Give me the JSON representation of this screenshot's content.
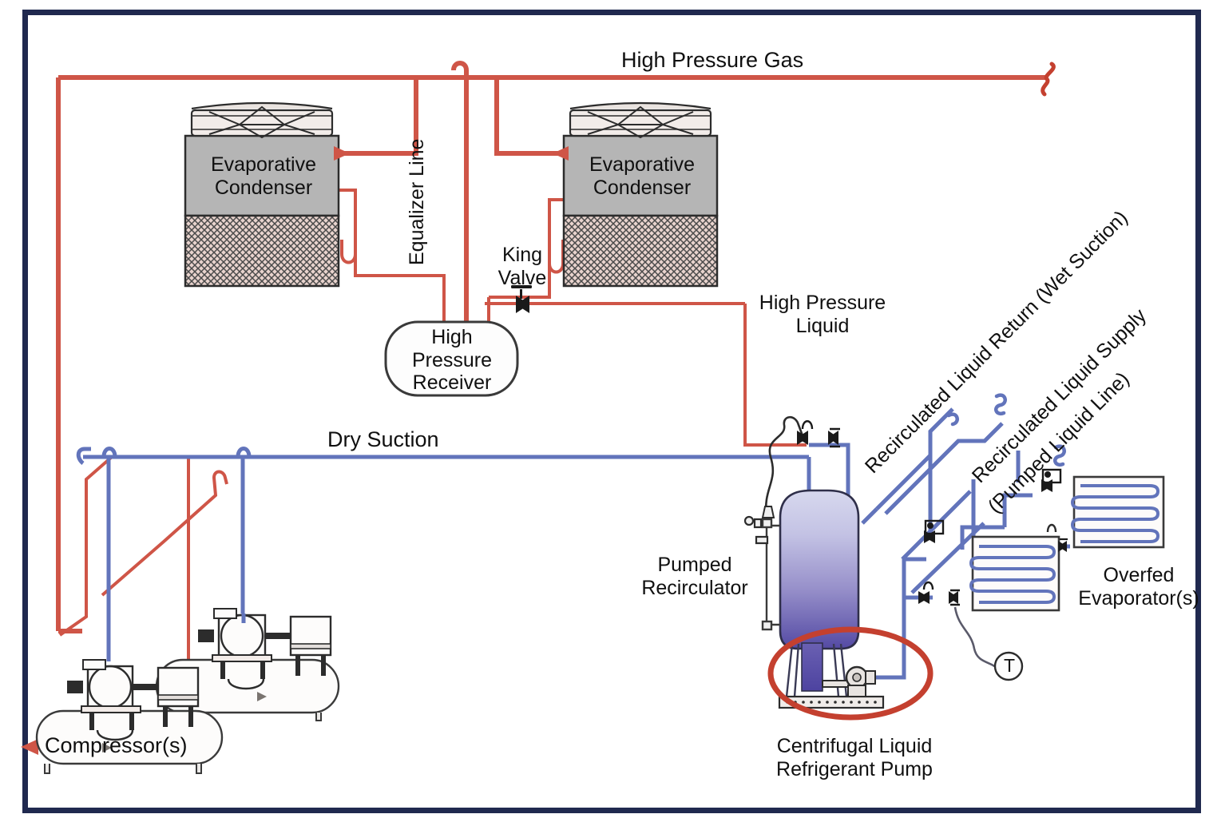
{
  "diagram": {
    "title": "Pumped Liquid Recirculation Refrigeration System",
    "type": "process-flow-diagram",
    "border_color": "#20294f",
    "colors": {
      "high_pressure_line": "#cf5547",
      "suction_line": "#6274bb",
      "vessel_fill_top": "#cfd0ea",
      "vessel_fill_bottom": "#5a51a8",
      "condenser_body": "#b5b5b5",
      "highlight_ellipse": "#c4402f",
      "outline": "#333333"
    }
  },
  "labels": {
    "high_pressure_gas": "High Pressure Gas",
    "equalizer_line": "Equalizer Line",
    "evaporative_condenser_left": "Evaporative\nCondenser",
    "evaporative_condenser_right": "Evaporative\nCondenser",
    "king_valve": "King\nValve",
    "high_pressure_receiver": "High\nPressure\nReceiver",
    "high_pressure_liquid": "High Pressure\nLiquid",
    "dry_suction": "Dry Suction",
    "compressors": "Compressor(s)",
    "pumped_recirculator": "Pumped\nRecirculator",
    "centrifugal_pump": "Centrifugal Liquid\nRefrigerant Pump",
    "overfed_evaporators": "Overfed\nEvaporator(s)",
    "recirculated_liquid_return": "Recirculated Liquid Return (Wet Suction)",
    "recirculated_liquid_supply": "Recirculated Liquid Supply",
    "pumped_liquid_line": "(Pumped Liquid Line)",
    "thermostat_bulb": "T"
  },
  "components": [
    {
      "name": "evaporative-condenser-left",
      "label": "Evaporative Condenser"
    },
    {
      "name": "evaporative-condenser-right",
      "label": "Evaporative Condenser"
    },
    {
      "name": "high-pressure-receiver",
      "label": "High Pressure Receiver"
    },
    {
      "name": "king-valve",
      "label": "King Valve"
    },
    {
      "name": "compressors",
      "label": "Compressor(s)"
    },
    {
      "name": "pumped-recirculator",
      "label": "Pumped Recirculator"
    },
    {
      "name": "centrifugal-liquid-refrigerant-pump",
      "label": "Centrifugal Liquid Refrigerant Pump"
    },
    {
      "name": "overfed-evaporators",
      "label": "Overfed Evaporator(s)"
    },
    {
      "name": "thermostat-bulb",
      "label": "T"
    }
  ],
  "lines": [
    {
      "name": "high-pressure-gas",
      "label": "High Pressure Gas",
      "color": "#cf5547"
    },
    {
      "name": "equalizer-line",
      "label": "Equalizer Line",
      "color": "#cf5547"
    },
    {
      "name": "high-pressure-liquid",
      "label": "High Pressure Liquid",
      "color": "#cf5547"
    },
    {
      "name": "dry-suction",
      "label": "Dry Suction",
      "color": "#6274bb"
    },
    {
      "name": "recirculated-liquid-return",
      "label": "Recirculated Liquid Return (Wet Suction)",
      "color": "#6274bb"
    },
    {
      "name": "recirculated-liquid-supply",
      "label": "Recirculated Liquid Supply (Pumped Liquid Line)",
      "color": "#6274bb"
    }
  ]
}
